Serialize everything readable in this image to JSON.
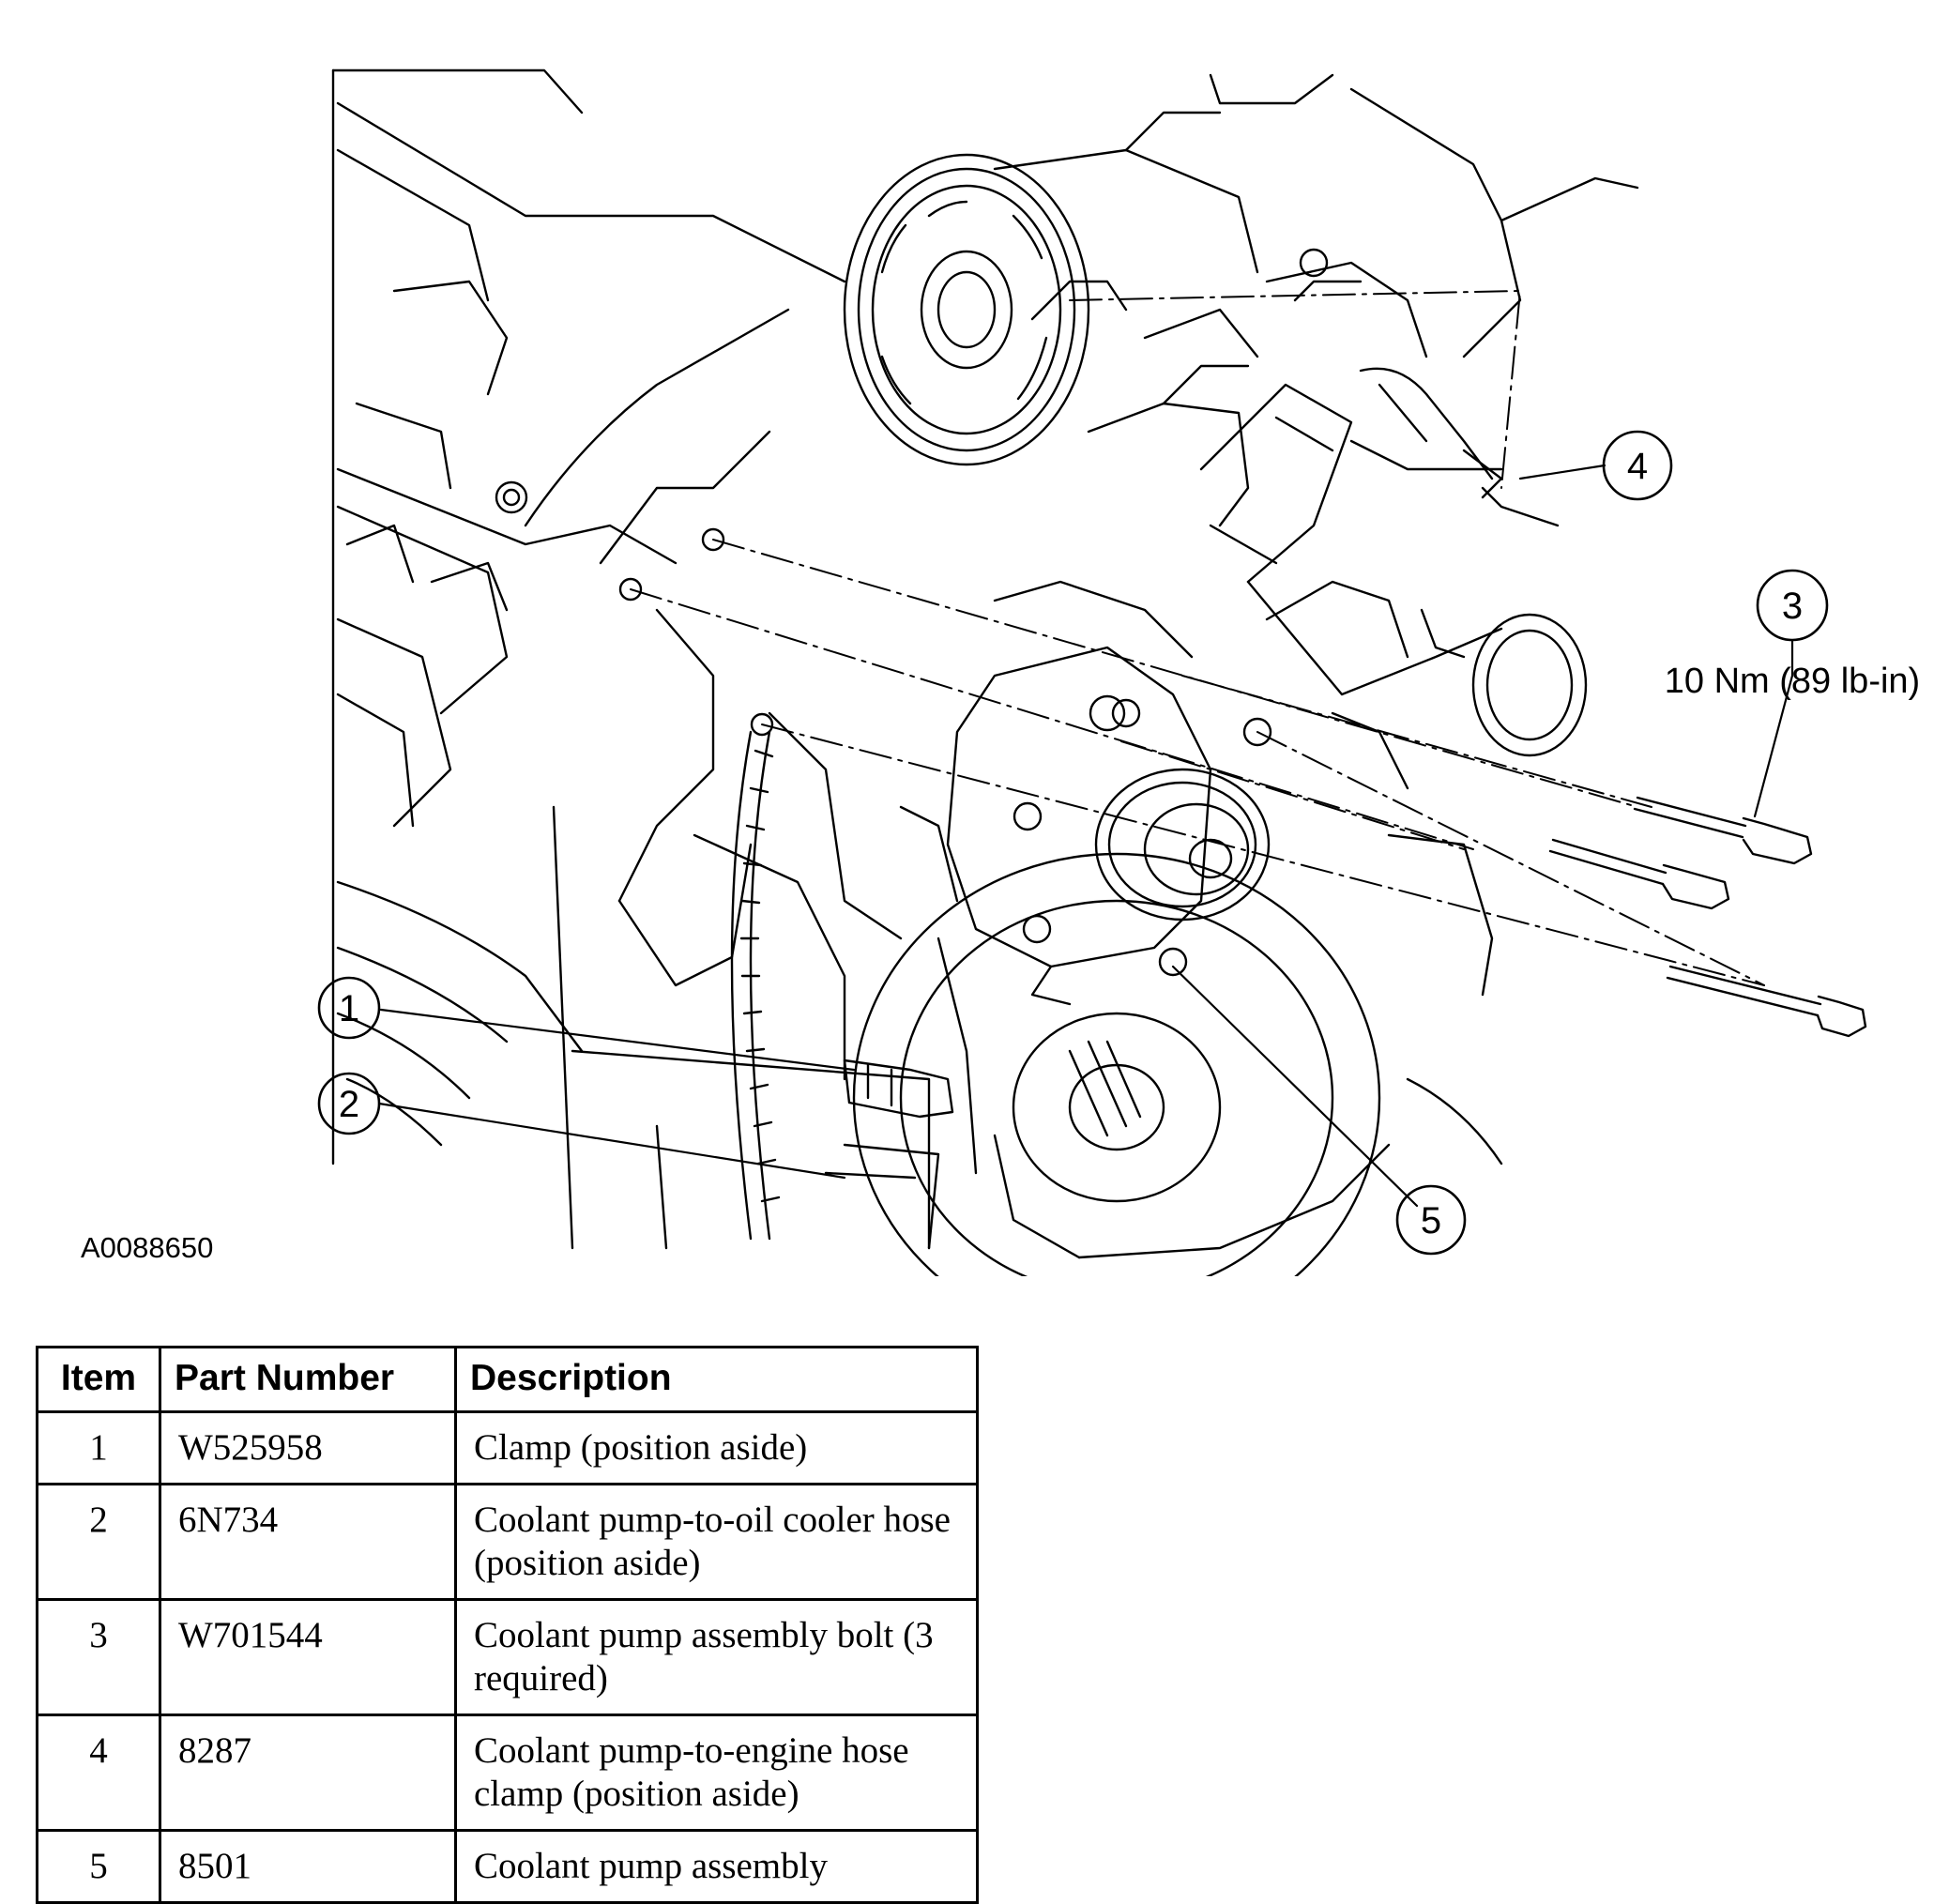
{
  "figure_id": "A0088650",
  "callouts": {
    "c1": "1",
    "c2": "2",
    "c3": "3",
    "c4": "4",
    "c5": "5"
  },
  "torque_spec": "10 Nm (89 lb-in)",
  "table": {
    "headers": {
      "item": "Item",
      "part_number": "Part Number",
      "description": "Description"
    },
    "rows": [
      {
        "item": "1",
        "part_number": "W525958",
        "description": "Clamp (position aside)"
      },
      {
        "item": "2",
        "part_number": "6N734",
        "description": "Coolant pump-to-oil cooler hose (position aside)"
      },
      {
        "item": "3",
        "part_number": "W701544",
        "description": "Coolant pump assembly bolt (3 required)"
      },
      {
        "item": "4",
        "part_number": "8287",
        "description": "Coolant pump-to-engine hose clamp (position aside)"
      },
      {
        "item": "5",
        "part_number": "8501",
        "description": "Coolant pump assembly"
      }
    ]
  }
}
